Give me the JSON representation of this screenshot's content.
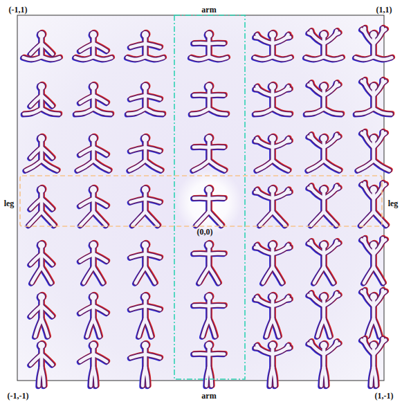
{
  "diagram": {
    "labels": [
      "(-1,1)",
      "arm",
      "(1,1)",
      "leg",
      "leg",
      "(0,0)",
      "(-1,-1)",
      "arm",
      "(1,-1)"
    ]
  }
}
